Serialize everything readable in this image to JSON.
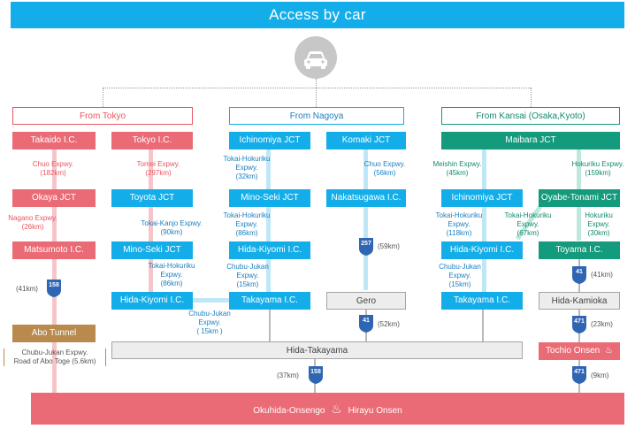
{
  "banner": {
    "title": "Access by car"
  },
  "columns": {
    "tokyo": {
      "header": "From Tokyo",
      "color": "#e8555f"
    },
    "nagoya": {
      "header": "From Nagoya",
      "color": "#13aee9"
    },
    "kansai": {
      "header": "From Kansai (Osaka,Kyoto)",
      "color": "#149a7c"
    }
  },
  "nodes": {
    "takaido": "Takaido I.C.",
    "tokyo_ic": "Tokyo I.C.",
    "okaya": "Okaya JCT",
    "matsumoto": "Matsumoto I.C.",
    "abo_tunnel": "Abo Tunnel",
    "toyota": "Toyota JCT",
    "mino_seki_t": "Mino-Seki JCT",
    "hida_kiyomi_t": "Hida-Kiyomi I.C.",
    "ichinomiya_n": "Ichinomiya JCT",
    "mino_seki_n": "Mino-Seki JCT",
    "hida_kiyomi_n": "Hida-Kiyomi I.C.",
    "takayama_n": "Takayama I.C.",
    "komaki": "Komaki JCT",
    "nakatsugawa": "Nakatsugawa I.C.",
    "gero": "Gero",
    "maibara": "Maibara JCT",
    "ichinomiya_k": "Ichinomiya JCT",
    "hida_kiyomi_k": "Hida-Kiyomi I.C.",
    "takayama_k": "Takayama I.C.",
    "oyabe": "Oyabe-Tonami JCT",
    "toyama": "Toyama I.C.",
    "hida_kamioka": "Hida-Kamioka",
    "tochio": "Tochio Onsen",
    "hida_takayama": "Hida-Takayama",
    "destination": "Okuhida-Onsengo",
    "destination2": "Hirayu Onsen"
  },
  "labels": {
    "chuo_182_1": "Chuo Expwy.",
    "chuo_182_2": "(182km)",
    "tomei_1": "Tomei Expwy.",
    "tomei_2": "(297km)",
    "nagano_1": "Nagano Expwy.",
    "nagano_2": "(26km)",
    "abo_km": "(41km)",
    "abo_road_1": "Chubu-Jukan Expwy.",
    "abo_road_2": "Road of Abo Toge (5.6km)",
    "tokaikanjo_1": "Tokai-Kanjo Expwy.",
    "tokaikanjo_2": "(90km)",
    "tokaihoku_t_1": "Tokai-Hokuriku",
    "tokaihoku_t_2": "Expwy.",
    "tokaihoku_t_3": "(86km)",
    "chubu_t_1": "Chubu-Jukan",
    "chubu_t_2": "Expwy.",
    "chubu_t_3": "( 15km )",
    "tokaihoku_n1_1": "Tokai-Hokuriku",
    "tokaihoku_n1_2": "Expwy.",
    "tokaihoku_n1_3": "(32km)",
    "tokaihoku_n2_1": "Tokai-Hokuriku",
    "tokaihoku_n2_2": "Expwy.",
    "tokaihoku_n2_3": "(86km)",
    "chubu_n_1": "Chubu-Jukan",
    "chubu_n_2": "Expwy.",
    "chubu_n_3": "(15km)",
    "chuo_56_1": "Chuo Expwy.",
    "chuo_56_2": "(56km)",
    "km_59": "(59km)",
    "km_52": "(52km)",
    "meishin_1": "Meishin Expwy.",
    "meishin_2": "(45km)",
    "tokaihoku_k1_1": "Tokai-Hokuriku",
    "tokaihoku_k1_2": "Expwy.",
    "tokaihoku_k1_3": "(118km)",
    "chubu_k_1": "Chubu-Jukan",
    "chubu_k_2": "Expwy.",
    "chubu_k_3": "(15km)",
    "tokaihoku_k2_1": "Tokai-Hokuriku",
    "tokaihoku_k2_2": "Expwy.",
    "tokaihoku_k2_3": "(67km)",
    "hokuriku_159_1": "Hokuriku Expwy.",
    "hokuriku_159_2": "(159km)",
    "hokuriku_30_1": "Hokuriku",
    "hokuriku_30_2": "Expwy.",
    "hokuriku_30_3": "(30km)",
    "km_41k": "(41km)",
    "km_23": "(23km)",
    "km_9": "(9km)",
    "km_37": "(37km)"
  },
  "shields": {
    "r158_a": "158",
    "r257": "257",
    "r41_g": "41",
    "r41_k": "41",
    "r471_a": "471",
    "r471_b": "471",
    "r158_b": "158"
  },
  "icons": {
    "car": "car-icon",
    "onsen": "hot-spring-icon"
  }
}
